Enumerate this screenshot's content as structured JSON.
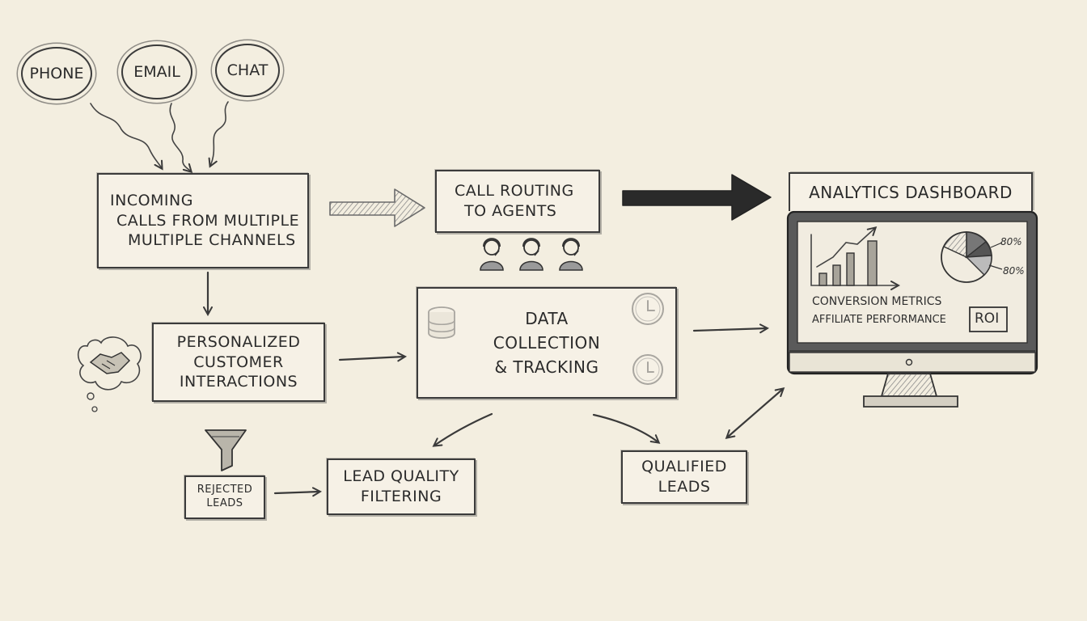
{
  "channels": {
    "phone": "PHONE",
    "email": "EMAIL",
    "chat": "CHAT"
  },
  "incoming": {
    "line1": "INCOMING",
    "line2": "CALLS FROM MULTIPLE",
    "line3": "MULTIPLE CHANNELS"
  },
  "routing": {
    "line1": "CALL ROUTING",
    "line2": "TO AGENTS"
  },
  "analytics": {
    "title": "ANALYTICS DASHBOARD",
    "conversion": "CONVERSION METRICS",
    "affiliate": "AFFILIATE PERFORMANCE",
    "roi": "ROI",
    "pie_label_1": "80%",
    "pie_label_2": "80%"
  },
  "personalized": {
    "line1": "PERSONALIZED",
    "line2": "CUSTOMER",
    "line3": "INTERACTIONS"
  },
  "data_collection": {
    "line1": "DATA",
    "line2": "COLLECTION",
    "line3": "& TRACKING"
  },
  "lead_filtering": {
    "line1": "LEAD QUALITY",
    "line2": "FILTERING"
  },
  "rejected": {
    "line1": "REJECTED",
    "line2": "LEADS"
  },
  "qualified": {
    "line1": "QUALIFIED",
    "line2": "LEADS"
  },
  "icons": [
    "agent-icon",
    "database-icon",
    "clock-icon",
    "handshake-icon",
    "funnel-icon",
    "monitor-icon"
  ],
  "colors": {
    "paper": "#f3eee0",
    "ink": "#3a3a3a"
  }
}
